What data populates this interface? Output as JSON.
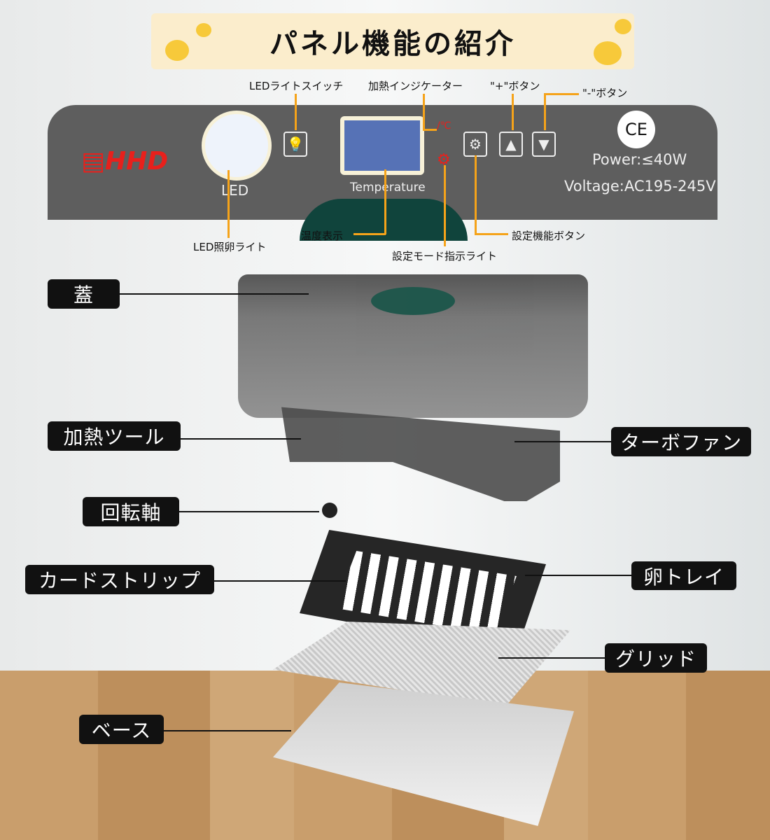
{
  "title": "パネル機能の紹介",
  "panel": {
    "brand": "HHD",
    "led": "LED",
    "temperature": "Temperature",
    "power": "Power:≤40W",
    "voltage": "Voltage:AC195-245V",
    "ce": "CE",
    "celsius": "℃"
  },
  "callouts": {
    "led_switch": "LEDライトスイッチ",
    "heat_indicator": "加熱インジケーター",
    "plus_button": "\"+\"ボタン",
    "minus_button": "\"-\"ボタン",
    "led_candling": "LED照卵ライト",
    "temp_display": "温度表示",
    "set_mode_light": "設定モード指示ライト",
    "set_button": "設定機能ボタン"
  },
  "parts": {
    "lid": "蓋",
    "heater": "加熱ツール",
    "turbo_fan": "ターボファン",
    "shaft": "回転軸",
    "card_strip": "カードストリップ",
    "egg_tray": "卵トレイ",
    "grid": "グリッド",
    "base": "ベース"
  },
  "colors": {
    "accent": "#f5a31a",
    "panel": "#5e5e5e",
    "banner": "#fbedcc",
    "brand": "#e8201c"
  }
}
